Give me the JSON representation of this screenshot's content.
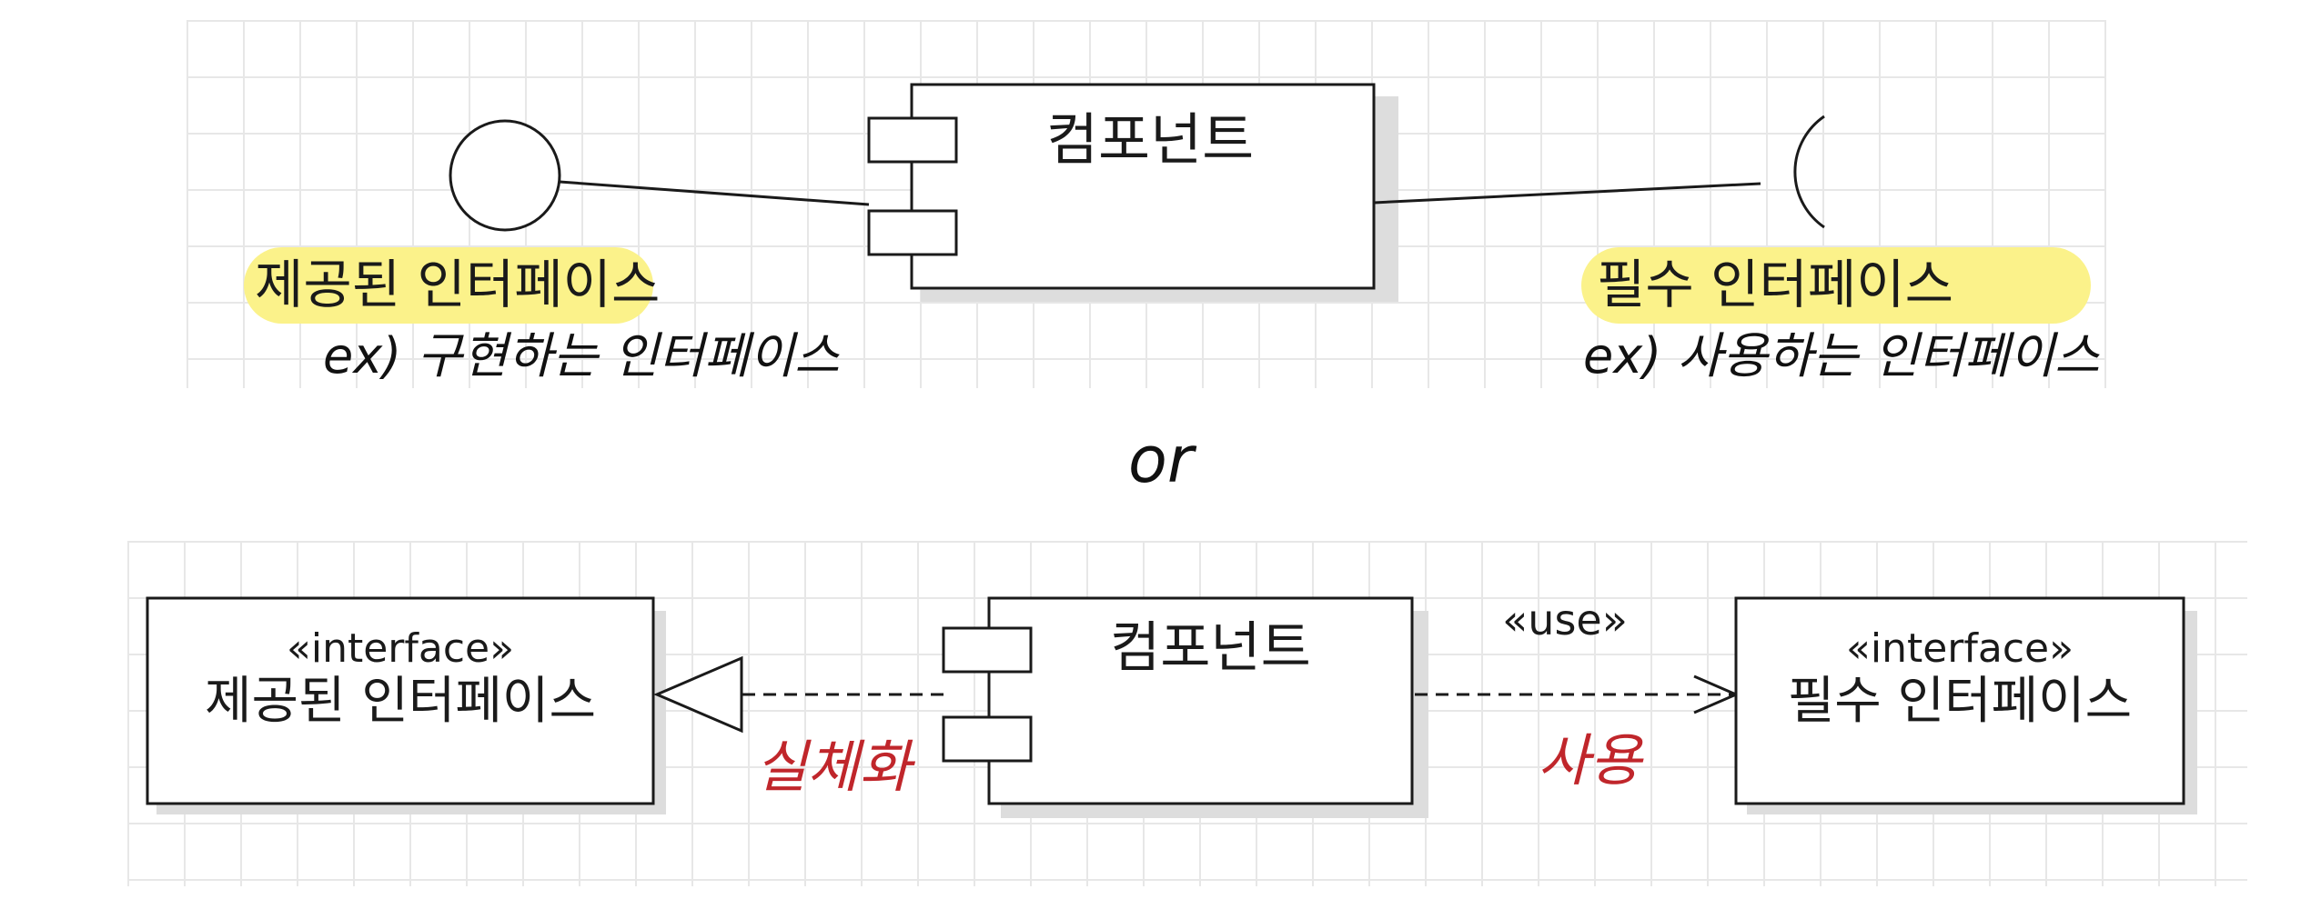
{
  "top_diagram": {
    "component_label": "컴포넌트",
    "provided_interface_label": "제공된 인터페이스",
    "provided_note": "ex) 구현하는 인터페이스",
    "required_interface_label": "필수 인터페이스",
    "required_note": "ex) 사용하는 인터페이스"
  },
  "separator": "or",
  "bottom_diagram": {
    "component_label": "컴포넌트",
    "provided": {
      "stereotype": "«interface»",
      "name": "제공된 인터페이스"
    },
    "required": {
      "stereotype": "«interface»",
      "name": "필수 인터페이스"
    },
    "use_stereotype": "«use»",
    "realization_note": "실체화",
    "use_note": "사용"
  },
  "colors": {
    "highlight": "#fbf28a",
    "ink": "#1a1a1a",
    "red_note": "#c0262b",
    "grid": "#e7e7e7"
  }
}
